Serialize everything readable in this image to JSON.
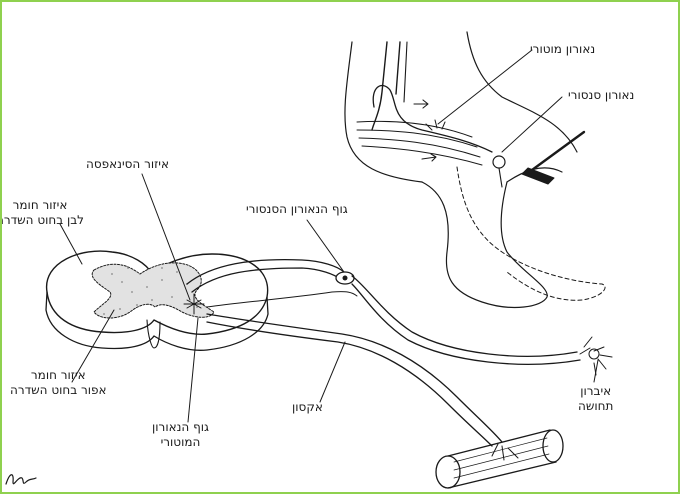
{
  "labels": {
    "motor_neuron": "נאורון מוטורי",
    "sensory_neuron": "נאורון סנסורי",
    "synapse_area": "איזור הסינאפסה",
    "sensory_neuron_body": "גוף הנאורון הסנסורי",
    "white_matter_line1": "איזור חומר",
    "white_matter_line2": "לבן בחוט השדרה",
    "gray_matter_line1": "איזור חומר",
    "gray_matter_line2": "אפור בחוט השדרה",
    "axon": "אקסון",
    "motor_neuron_body_line1": "גוף הנאורון",
    "motor_neuron_body_line2": "המוטורי",
    "sense_organ_line1": "איברון",
    "sense_organ_line2": "תחושה"
  },
  "signature": "signature"
}
